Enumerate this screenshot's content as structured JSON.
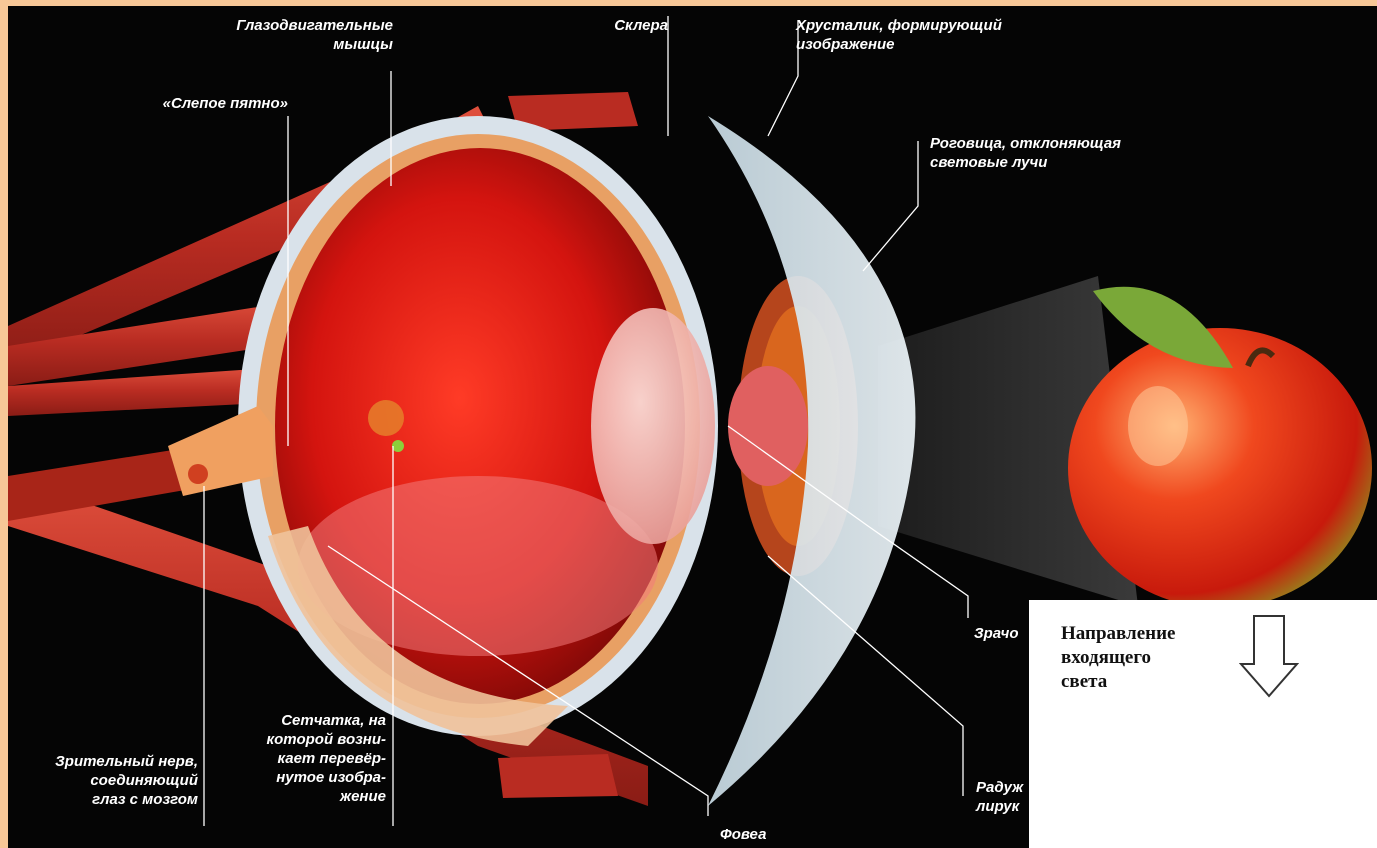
{
  "labels": {
    "muscles": "Глазодвигательные\nмышцы",
    "sclera": "Склера",
    "lens": "Хрусталик, формирующий\nизображение",
    "blind_spot": "«Слепое пятно»",
    "cornea": "Роговица, отклоняющая\nсветовые лучи",
    "pupil": "Зрачо",
    "optic_nerve": "Зрительный нерв,\nсоединяющий\nглаз с мозгом",
    "retina": "Сетчатка, на\nкоторой возни-\nкает перевёр-\nнутое изобра-\nжение",
    "fovea": "Фовеа",
    "iris": "Радуж\nлирук"
  },
  "inset": {
    "caption": "Направление\nвходящего\nсвета"
  },
  "colors": {
    "frame": "#f7c797",
    "background": "#050505",
    "eye_red": "#d4140f",
    "muscle": "#c63327",
    "label_text": "#ffffff"
  }
}
